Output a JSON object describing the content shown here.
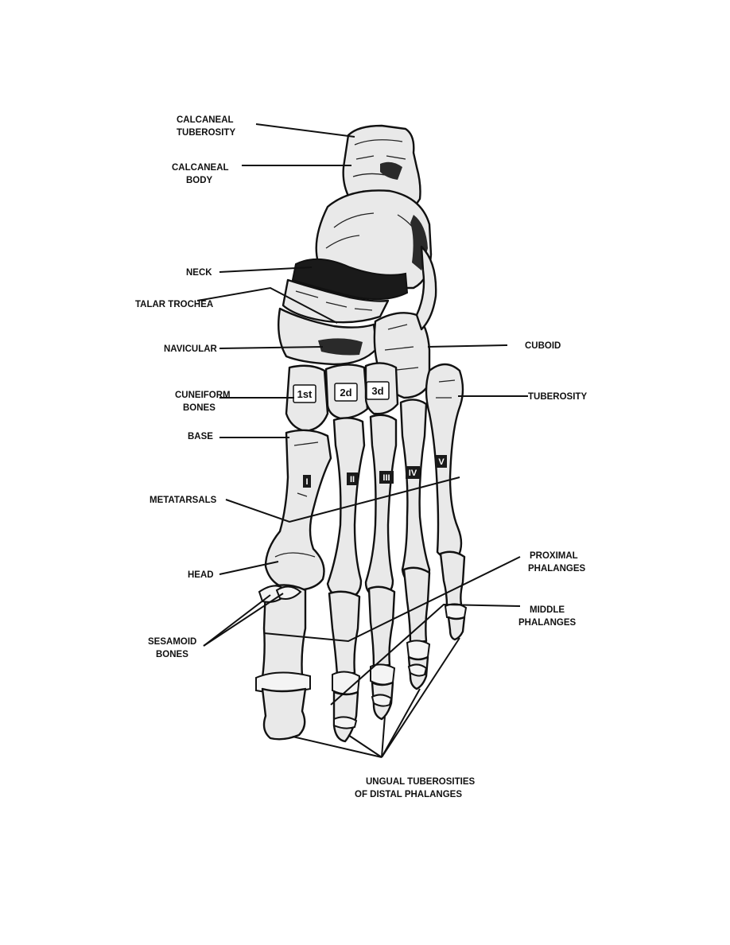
{
  "labels": {
    "calcaneal_tuberosity": [
      "CALCANEAL",
      "TUBEROSITY"
    ],
    "calcaneal_body": [
      "CALCANEAL",
      "BODY"
    ],
    "neck": [
      "NECK"
    ],
    "talar_trochea": [
      "TALAR TROCHEA"
    ],
    "navicular": [
      "NAVICULAR"
    ],
    "cuneiform_bones": [
      "CUNEIFORM",
      "BONES"
    ],
    "base": [
      "BASE"
    ],
    "metatarsals": [
      "METATARSALS"
    ],
    "head": [
      "HEAD"
    ],
    "sesamoid_bones": [
      "SESAMOID",
      "BONES"
    ],
    "cuboid": [
      "CUBOID"
    ],
    "tuberosity": [
      "TUBEROSITY"
    ],
    "proximal_phalanges": [
      "PROXIMAL",
      "PHALANGES"
    ],
    "middle_phalanges": [
      "MIDDLE",
      "PHALANGES"
    ],
    "ungual_tuberosities": [
      "UNGUAL TUBEROSITIES",
      "OF DISTAL PHALANGES"
    ]
  },
  "cuneiform_numbers": [
    "1st",
    "2d",
    "3d"
  ],
  "metatarsal_numerals": [
    "I",
    "II",
    "III",
    "IV",
    "V"
  ]
}
